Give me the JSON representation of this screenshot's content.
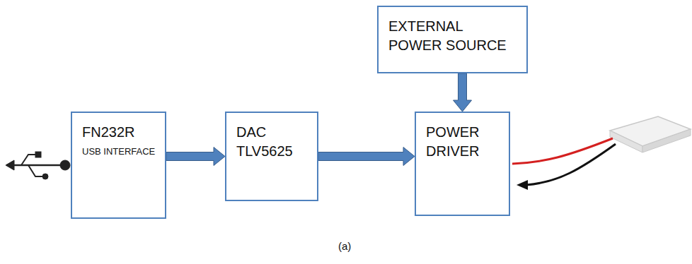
{
  "diagram": {
    "caption": "(a)",
    "nodes": [
      {
        "text": [
          "FN232R",
          "USB INTERFACE"
        ]
      },
      {
        "text": [
          "DAC TLV5625"
        ]
      },
      {
        "text": [
          "POWER DRIVER"
        ]
      },
      {
        "text": [
          "EXTERNAL POWER SOURCE"
        ]
      }
    ],
    "edges": [
      {
        "from": 0,
        "to": 1,
        "arrow": "to"
      },
      {
        "from": 1,
        "to": 2,
        "arrow": "to"
      },
      {
        "from": 3,
        "to": 2,
        "arrow": "to"
      }
    ]
  }
}
